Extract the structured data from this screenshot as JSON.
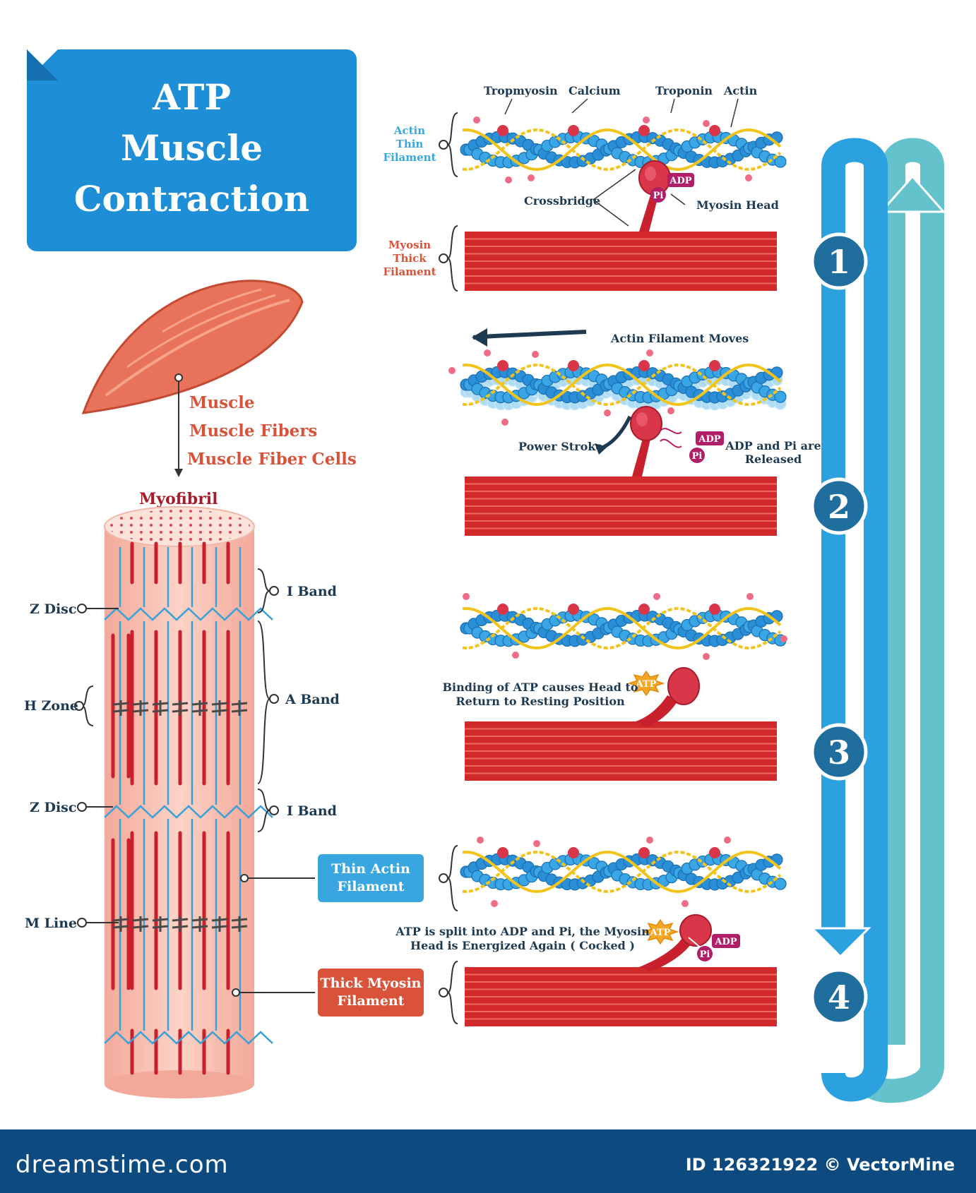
{
  "title": {
    "line1": "ATP",
    "line2": "Muscle",
    "line3": "Contraction"
  },
  "hierarchy": {
    "muscle": "Muscle",
    "fibers": "Muscle Fibers",
    "cells": "Muscle Fiber Cells",
    "myofibril": "Myofibril"
  },
  "myofibril_labels": {
    "z_disc_top": "Z Disc",
    "h_zone": "H Zone",
    "z_disc_mid": "Z Disc",
    "m_line": "M Line",
    "i_band_top": "I Band",
    "a_band": "A Band",
    "i_band_mid": "I Band",
    "thin_actin": "Thin Actin Filament",
    "thick_myosin": "Thick Myosin Filament"
  },
  "step1": {
    "tropomyosin": "Tropmyosin",
    "calcium": "Calcium",
    "troponin": "Troponin",
    "actin": "Actin",
    "actin_thin_filament": [
      "Actin",
      "Thin",
      "Filament"
    ],
    "myosin_thick_filament": [
      "Myosin",
      "Thick",
      "Filament"
    ],
    "crossbridge": "Crossbridge",
    "myosin_head": "Myosin Head",
    "adp": "ADP",
    "pi": "Pi"
  },
  "step2": {
    "moves": "Actin Filament Moves",
    "power_stroke": "Power Stroke",
    "released": [
      "ADP and Pi are",
      "Released"
    ],
    "adp": "ADP",
    "pi": "Pi"
  },
  "step3": {
    "binding": [
      "Binding of ATP causes Head to",
      "Return to Resting Position"
    ],
    "atp": "ATP"
  },
  "step4": {
    "split": [
      "ATP is split into ADP and Pi, the Myosin",
      "Head is Energized Again ( Cocked )"
    ],
    "atp": "ATP",
    "adp": "ADP",
    "pi": "Pi"
  },
  "steps": [
    "1",
    "2",
    "3",
    "4"
  ],
  "footer": {
    "brand": "dreamstime.com",
    "id": "ID 126321922 © VectorMine"
  },
  "colors": {
    "blue": "#1e8fd6",
    "teal": "#64c2cc",
    "red": "#d22a2a",
    "salmon": "#e8735a",
    "label_red": "#d9533a",
    "dark": "#1d3a52"
  }
}
